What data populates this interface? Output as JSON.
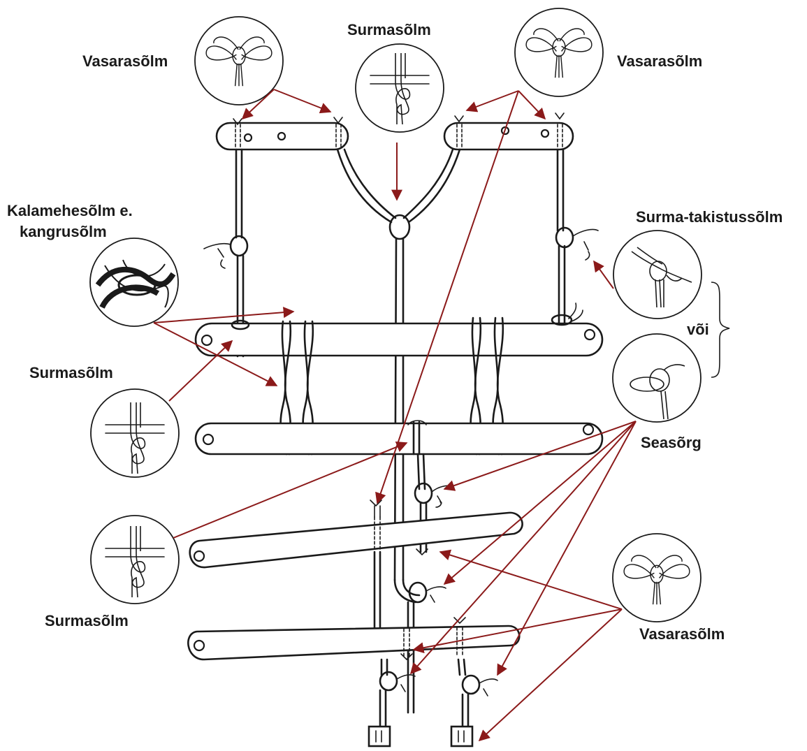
{
  "labels": {
    "vasarasolm_top_left": "Vasarasõlm",
    "surmasolm_top": "Surmasõlm",
    "vasarasolm_top_right": "Vasarasõlm",
    "kalamehesolm_line1": "Kalamehesõlm e.",
    "kalamehesolm_line2": "kangrusõlm",
    "surma_takistussolm": "Surma-takistussõlm",
    "voi": "või",
    "surmasolm_left": "Surmasõlm",
    "seasorg": "Seasõrg",
    "surmasolm_bottom": "Surmasõlm",
    "vasarasolm_bottom_right": "Vasarasõlm"
  },
  "colors": {
    "ink": "#1a1a1a",
    "arrow": "#8b1a1a",
    "background": "#ffffff"
  },
  "icons": {
    "knot_vasarasolm": "figure-eight-loop-knot",
    "knot_surmasolm": "overhand-stopper-knot",
    "knot_kalamehesolm": "fishermans-knot",
    "knot_takistussolm": "stopper-knot",
    "knot_seasorg": "cow-hitch-knot"
  }
}
